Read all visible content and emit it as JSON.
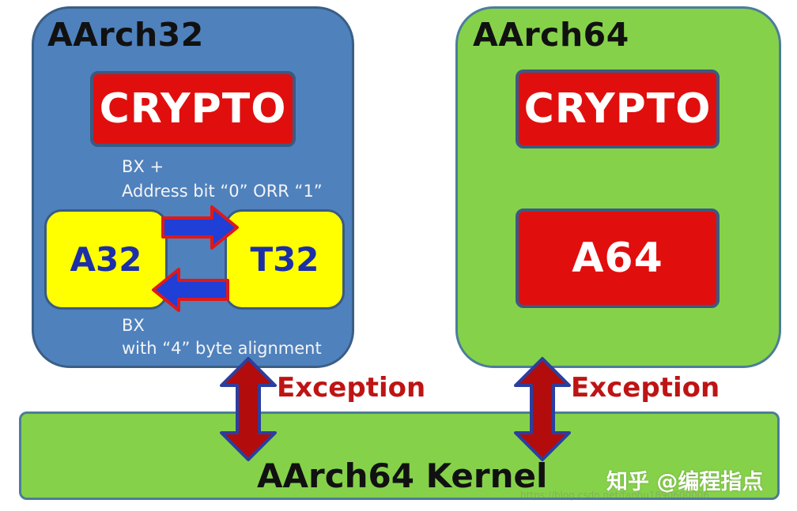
{
  "aarch32": {
    "title": "AArch32",
    "crypto_label": "CRYPTO",
    "bx_top_line1": "BX +",
    "bx_top_line2": "Address bit “0” ORR “1”",
    "a32_label": "A32",
    "t32_label": "T32",
    "bx_bottom_line1": "BX",
    "bx_bottom_line2": "with “4” byte alignment"
  },
  "aarch64": {
    "title": "AArch64",
    "crypto_label": "CRYPTO",
    "a64_label": "A64"
  },
  "exceptions": {
    "left_label": "Exception",
    "right_label": "Exception"
  },
  "kernel": {
    "label": "AArch64 Kernel"
  },
  "watermark": {
    "text": "知乎 @编程指点",
    "url": "https://blog.csdn.net/fanhu1890600006"
  },
  "colors": {
    "aarch32_panel": "#4f81bd",
    "aarch64_panel": "#86d14a",
    "crypto_box": "#e10e0e",
    "instruction_box": "#ffff00",
    "instruction_text": "#1c2fa8",
    "exception_text": "#bf1414",
    "exception_arrow": "#b30c0c",
    "switch_arrow_fill": "#1f3fd6",
    "switch_arrow_edge": "#e01818"
  }
}
